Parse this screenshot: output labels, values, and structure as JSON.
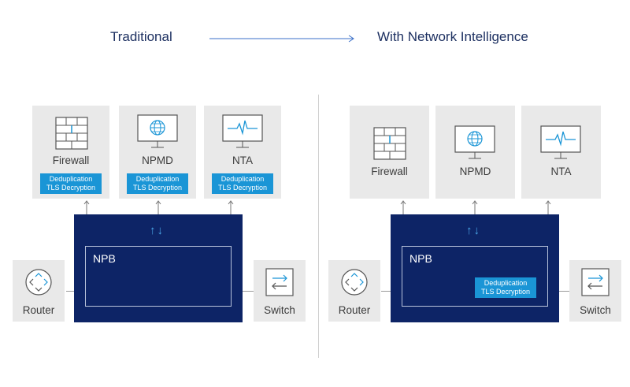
{
  "header": {
    "left_title": "Traditional",
    "right_title": "With Network Intelligence"
  },
  "traditional": {
    "devices": [
      {
        "label": "Firewall",
        "badge": [
          "Deduplication",
          "TLS Decryption"
        ]
      },
      {
        "label": "NPMD",
        "badge": [
          "Deduplication",
          "TLS Decryption"
        ]
      },
      {
        "label": "NTA",
        "badge": [
          "Deduplication",
          "TLS Decryption"
        ]
      }
    ],
    "npb_label": "NPB",
    "router_label": "Router",
    "switch_label": "Switch"
  },
  "intelligence": {
    "devices": [
      {
        "label": "Firewall"
      },
      {
        "label": "NPMD"
      },
      {
        "label": "NTA"
      }
    ],
    "npb_label": "NPB",
    "npb_badge": [
      "Deduplication",
      "TLS Decryption"
    ],
    "router_label": "Router",
    "switch_label": "Switch"
  },
  "colors": {
    "navy": "#0d2466",
    "accent_blue": "#1a95d6",
    "arrow_blue": "#4aa6e6",
    "box_gray": "#e9e9e9"
  }
}
